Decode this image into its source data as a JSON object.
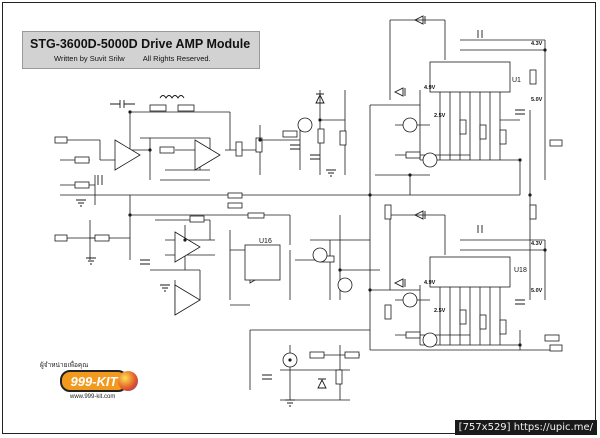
{
  "title": {
    "main": "STG-3600D-5000D  Drive AMP Module",
    "author": "Written by Suvit Srilw",
    "rights": "All Rights Reserved."
  },
  "logo": {
    "top_text": "ผู้จำหน่ายเพื่อคุณ",
    "brand": "999-KIT",
    "url": "www.999-kit.com"
  },
  "footer": "[757x529] https://upic.me/",
  "labels": {
    "u1": "U1",
    "u18_right": "U18",
    "u16": "U16",
    "v43_top": "4.3V",
    "v50_top": "5.0V",
    "v43_bot": "4.3V",
    "v50_bot": "5.0V",
    "v49_top": "4.9V",
    "v25_top": "2.5V",
    "v49_bot": "4.9V",
    "v25_bot": "2.5V"
  },
  "colors": {
    "line": "#1b1b1b",
    "title_bg": "#d2d2d2",
    "footer_bg": "#1a1a1a",
    "logo": "#f39a1e"
  }
}
